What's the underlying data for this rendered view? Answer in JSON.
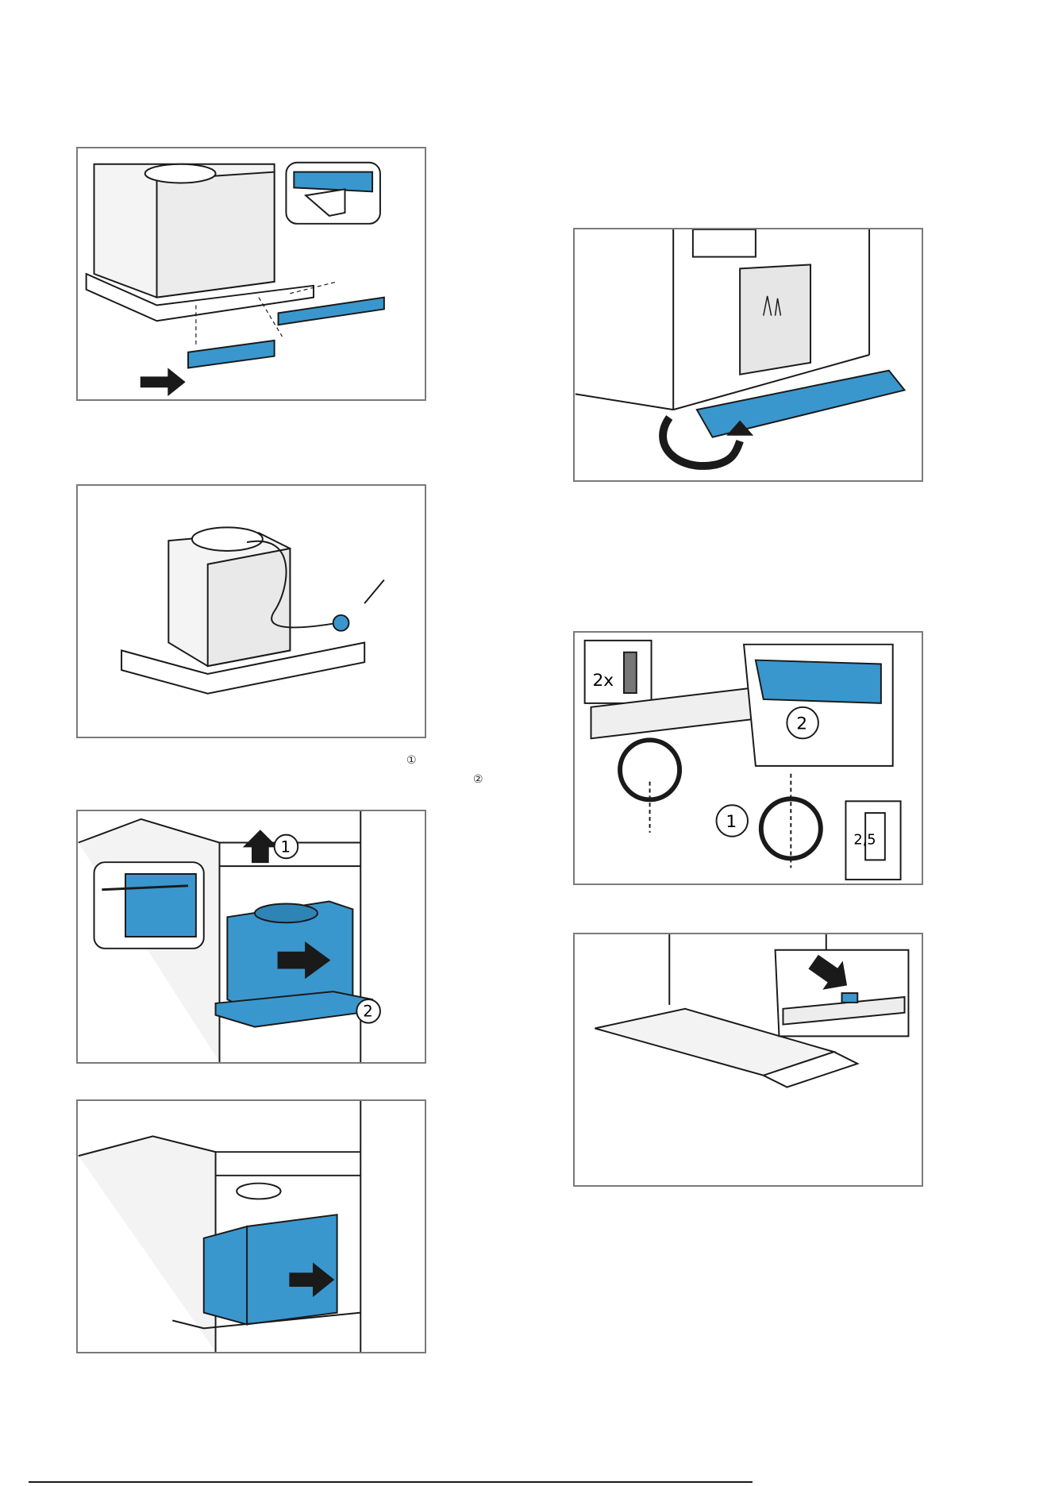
{
  "markers": {
    "m1": "①",
    "m2": "②"
  },
  "figures": {
    "pedestal_unit": {
      "label_1": "1",
      "label_2": "2"
    },
    "screws": {
      "qty": "2x",
      "label_1": "1",
      "label_2": "2",
      "size": "2,5"
    }
  },
  "colors": {
    "accent": "#3a97cd",
    "frame": "#7a7a7a",
    "line": "#1a1a1a"
  },
  "icons": [
    "arrow-icon",
    "curved-arrow-icon",
    "hand-icon",
    "screw-icon",
    "hex-key-icon",
    "rotate-icon"
  ]
}
